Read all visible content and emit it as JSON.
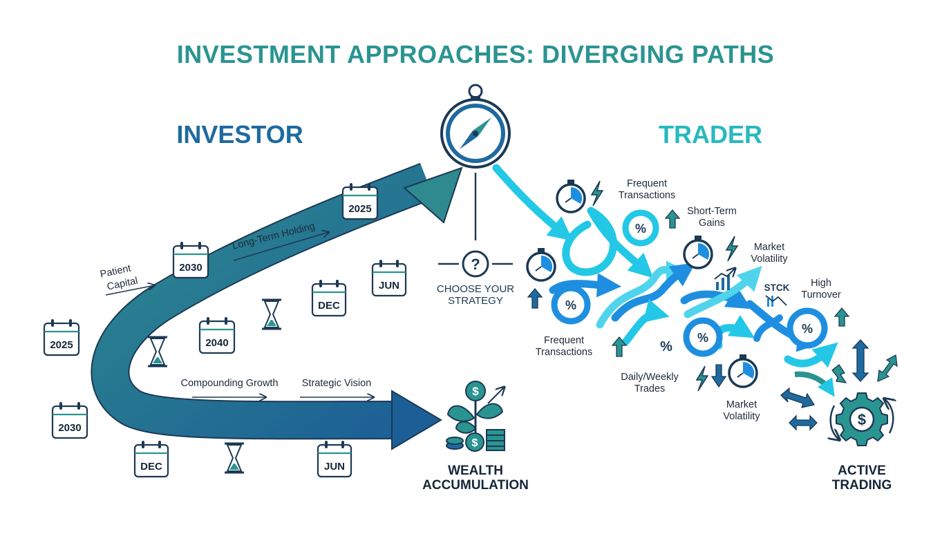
{
  "title": "INVESTMENT APPROACHES: DIVERGING PATHS",
  "colors": {
    "title": "#2a9491",
    "investor_heading": "#1e6aa0",
    "trader_heading": "#27b8c0",
    "investor_arrow_start": "#2e8a8e",
    "investor_arrow_end": "#1c5f96",
    "trader_cyan": "#23c8e6",
    "trader_blue": "#1e8fe0",
    "navy": "#1c3954",
    "teal": "#2a9491"
  },
  "investor": {
    "heading": "INVESTOR",
    "labels": {
      "patient_capital": [
        "Patient",
        "Capital"
      ],
      "long_term_holding": "Long-Term Holding",
      "compounding_growth": "Compounding Growth",
      "strategic_vision": "Strategic Vision"
    },
    "calendars": [
      "2025",
      "2030",
      "2025",
      "2030",
      "2040",
      "DEC",
      "JUN",
      "DEC",
      "JUN"
    ],
    "outcome": [
      "WEALTH",
      "ACCUMULATION"
    ],
    "icons": [
      "calendar-icon",
      "hourglass-icon",
      "money-plant-icon",
      "coin-stack-icon"
    ]
  },
  "center": {
    "choose_label": [
      "CHOOSE YOUR",
      "STRATEGY"
    ],
    "question_mark": "?",
    "icons": [
      "compass-icon",
      "question-icon"
    ]
  },
  "trader": {
    "heading": "TRADER",
    "labels": {
      "frequent_transactions_top": [
        "Frequent",
        "Transactions"
      ],
      "short_term_gains": [
        "Short-Term",
        "Gains"
      ],
      "market_volatility_top": [
        "Market",
        "Volatility"
      ],
      "high_turnover": [
        "High",
        "Turnover"
      ],
      "frequent_transactions_left": [
        "Frequent",
        "Transactions"
      ],
      "daily_weekly_trades": [
        "Daily/Weekly",
        "Trades"
      ],
      "market_volatility_bottom": [
        "Market",
        "Volatility"
      ],
      "stck": "STCK"
    },
    "percent_symbol": "%",
    "outcome": [
      "ACTIVE",
      "TRADING"
    ],
    "icons": [
      "stopwatch-icon",
      "lightning-icon",
      "percent-badge-icon",
      "chart-icon",
      "gear-dollar-icon"
    ]
  }
}
